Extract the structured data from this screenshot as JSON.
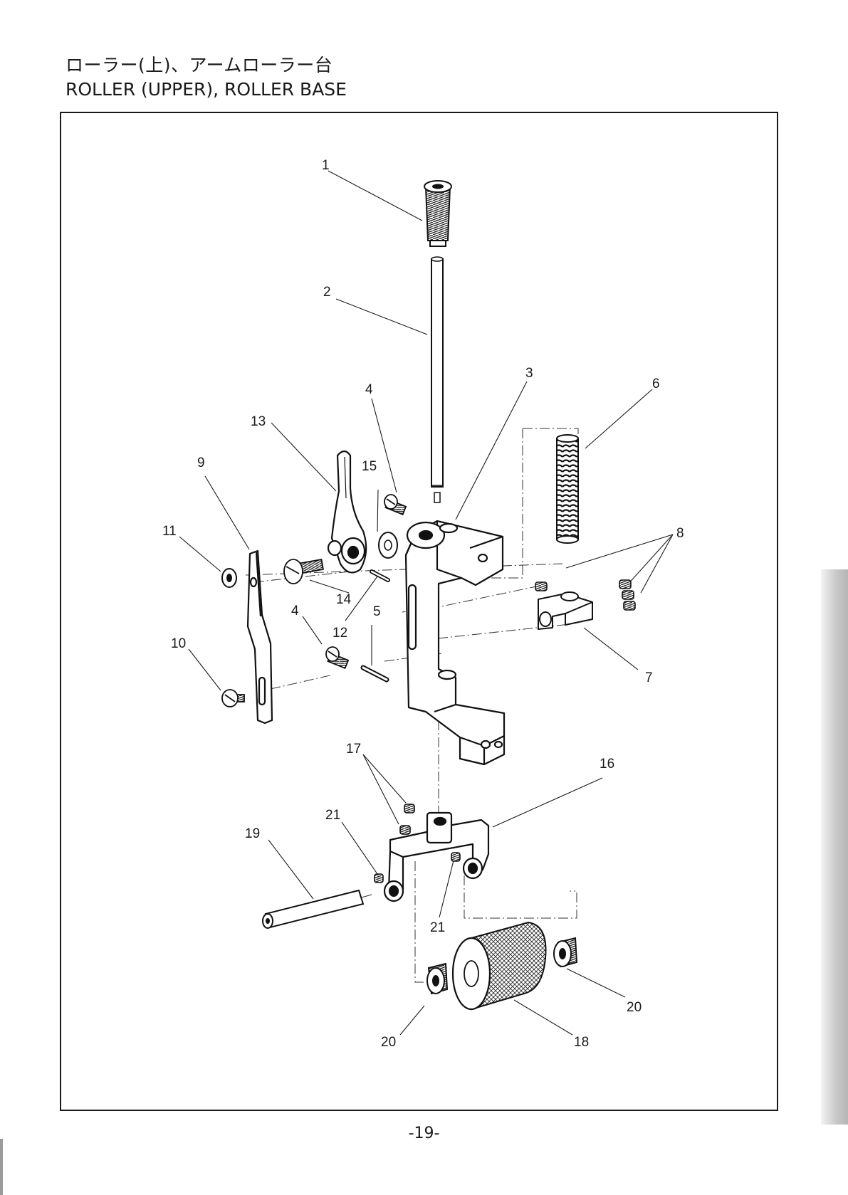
{
  "header": {
    "title_jp": "ローラー(上)、アームローラー台",
    "title_en": "ROLLER (UPPER), ROLLER BASE"
  },
  "page_number": "-19-",
  "callouts": [
    {
      "id": "c1",
      "label": "1"
    },
    {
      "id": "c2",
      "label": "2"
    },
    {
      "id": "c3",
      "label": "3"
    },
    {
      "id": "c4a",
      "label": "4"
    },
    {
      "id": "c4b",
      "label": "4"
    },
    {
      "id": "c5",
      "label": "5"
    },
    {
      "id": "c6",
      "label": "6"
    },
    {
      "id": "c7",
      "label": "7"
    },
    {
      "id": "c8",
      "label": "8"
    },
    {
      "id": "c9",
      "label": "9"
    },
    {
      "id": "c10",
      "label": "10"
    },
    {
      "id": "c11",
      "label": "11"
    },
    {
      "id": "c12",
      "label": "12"
    },
    {
      "id": "c13",
      "label": "13"
    },
    {
      "id": "c14",
      "label": "14"
    },
    {
      "id": "c15",
      "label": "15"
    },
    {
      "id": "c16",
      "label": "16"
    },
    {
      "id": "c17",
      "label": "17"
    },
    {
      "id": "c18",
      "label": "18"
    },
    {
      "id": "c19",
      "label": "19"
    },
    {
      "id": "c20a",
      "label": "20"
    },
    {
      "id": "c20b",
      "label": "20"
    },
    {
      "id": "c21a",
      "label": "21"
    },
    {
      "id": "c21b",
      "label": "21"
    }
  ]
}
